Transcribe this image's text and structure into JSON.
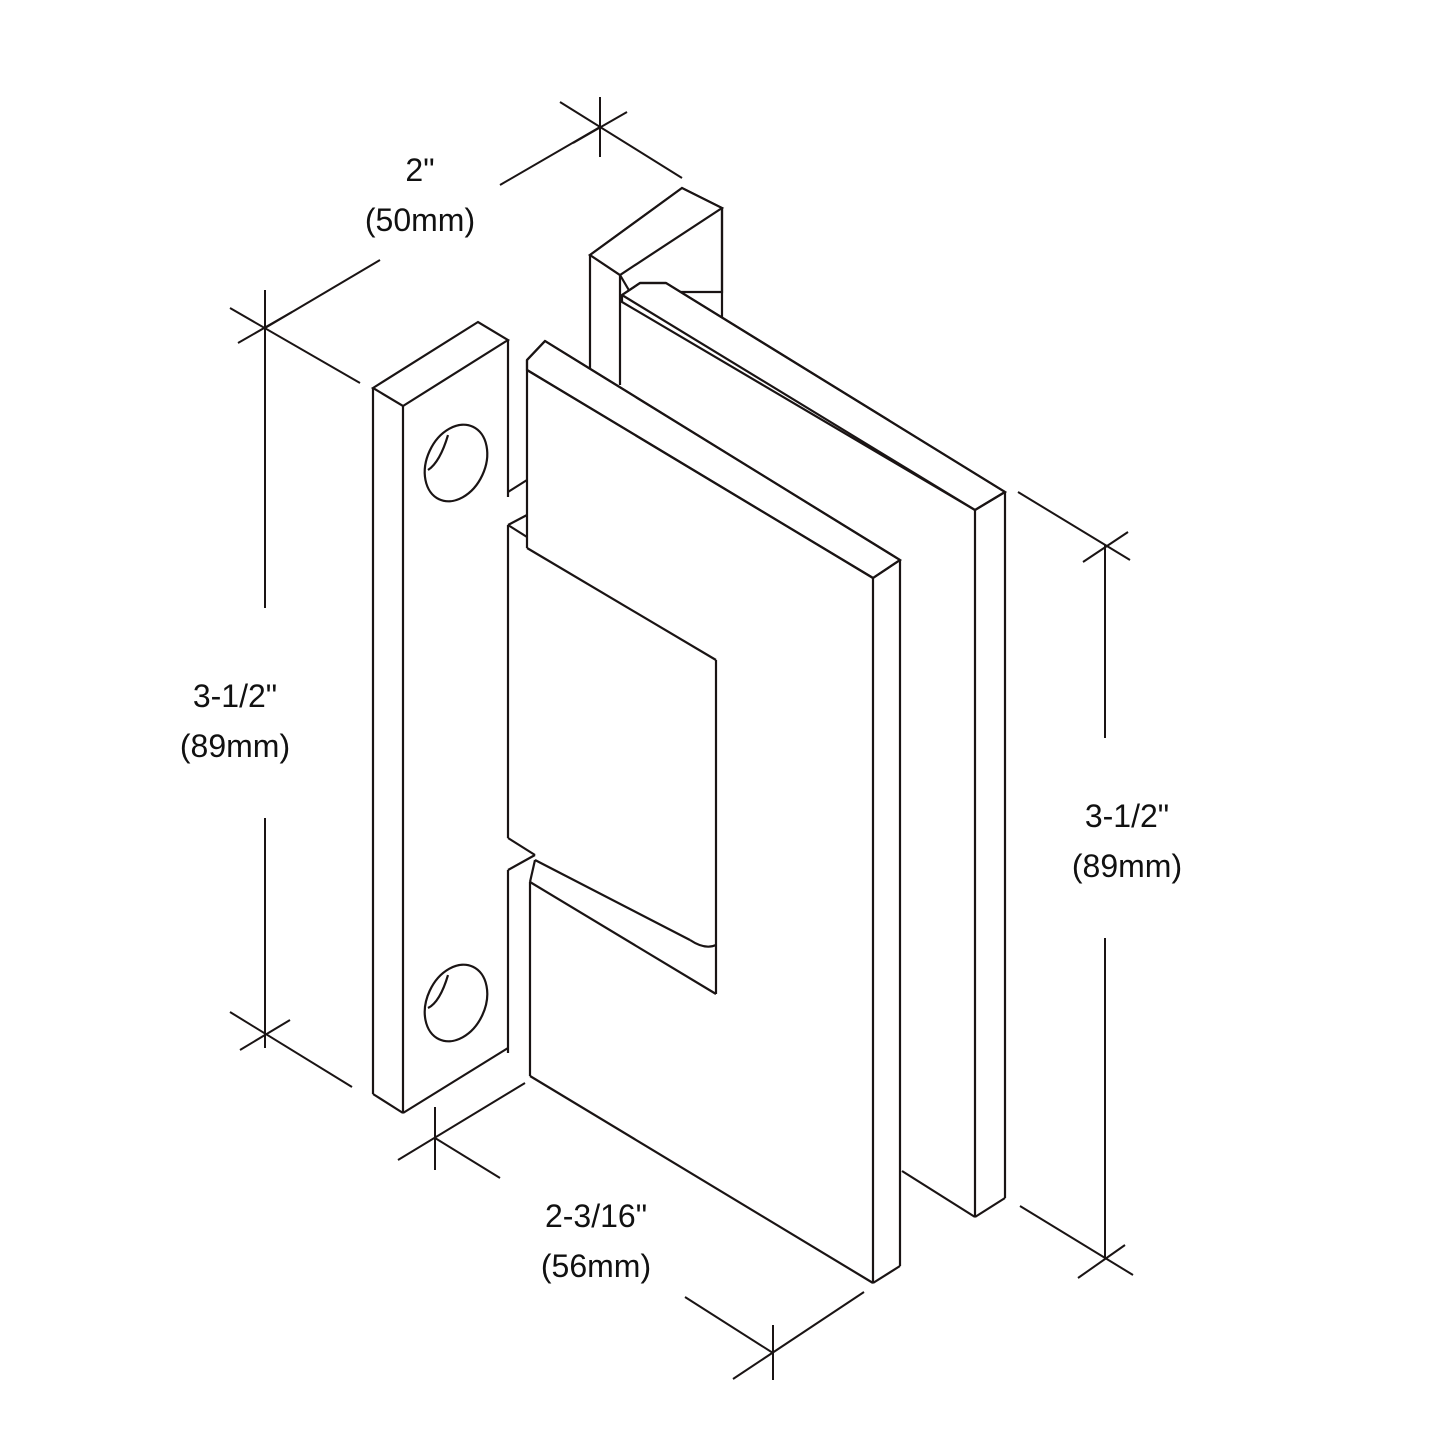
{
  "diagram": {
    "subject": "hinge",
    "line_color": "#1a1414",
    "background": "#ffffff"
  },
  "dimensions": {
    "top_depth": {
      "imperial": "2\"",
      "metric": "(50mm)"
    },
    "left_height": {
      "imperial": "3-1/2\"",
      "metric": "(89mm)"
    },
    "right_height": {
      "imperial": "3-1/2\"",
      "metric": "(89mm)"
    },
    "bottom_width": {
      "imperial": "2-3/16\"",
      "metric": "(56mm)"
    }
  }
}
